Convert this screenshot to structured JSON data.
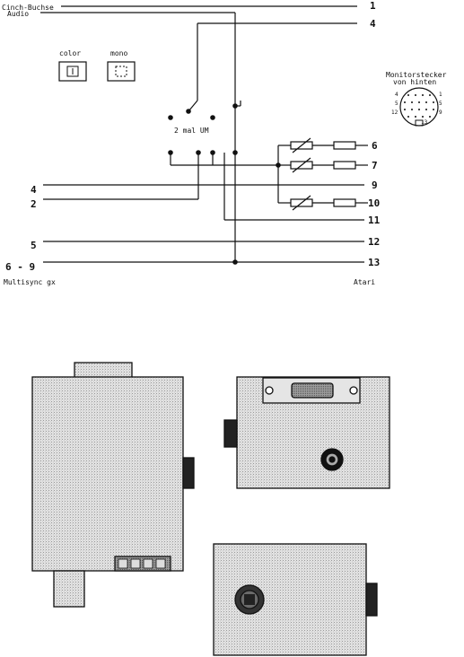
{
  "schematic": {
    "cinch_label": "Cinch-Buchse",
    "audio_label": "Audio",
    "switch_color_label": "color",
    "switch_mono_label": "mono",
    "relay_label": "2 mal UM",
    "monitor_title_line1": "Monitorstecker",
    "monitor_title_line2": "von hinten",
    "monitor_pins": {
      "p4": "4",
      "p1": "1",
      "p5": "5",
      "p12": "12",
      "p9": "9",
      "p13": "13"
    },
    "left_pins": {
      "pin4": "4",
      "pin2": "2",
      "pin5": "5",
      "pin6_9": "6 - 9"
    },
    "right_pins": {
      "pin1": "1",
      "pin4": "4",
      "pin6": "6",
      "pin7": "7",
      "pin9": "9",
      "pin10": "10",
      "pin11": "11",
      "pin12": "12",
      "pin13": "13"
    },
    "left_footer": "Multisync gx",
    "right_footer": "Atari"
  },
  "colors": {
    "ink": "#111111",
    "box_fill": "#d4d4d4"
  }
}
